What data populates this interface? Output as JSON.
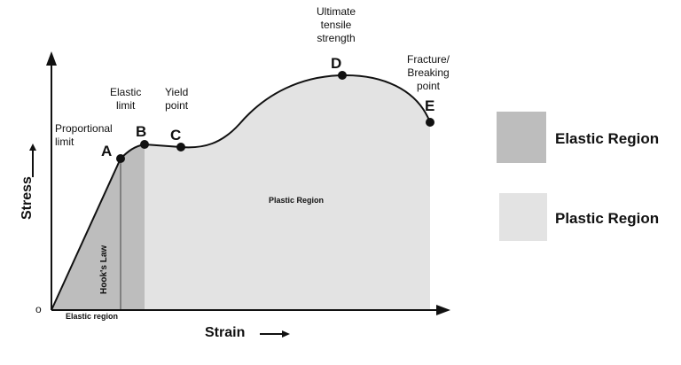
{
  "axes": {
    "x_title": "Strain",
    "y_title": "Stress",
    "origin": "o"
  },
  "points": {
    "A": "A",
    "B": "B",
    "C": "C",
    "D": "D",
    "E": "E"
  },
  "annotations": {
    "proportional_limit": [
      "Proportional",
      "limit"
    ],
    "elastic_limit": [
      "Elastic",
      "limit"
    ],
    "yield_point": [
      "Yield",
      "point"
    ],
    "ultimate_tensile_strength": [
      "Ultimate",
      "tensile",
      "strength"
    ],
    "fracture_point": [
      "Fracture/",
      "Breaking",
      "point"
    ]
  },
  "region_labels": {
    "hooks_law": "Hook's Law",
    "plastic_region": "Plastic Region",
    "elastic_region": "Elastic region"
  },
  "legend": [
    {
      "label": "Elastic Region",
      "color": "#bdbdbd"
    },
    {
      "label": "Plastic Region",
      "color": "#e3e3e3"
    }
  ],
  "colors": {
    "elastic_fill": "#bdbdbd",
    "plastic_fill": "#e3e3e3",
    "curve": "#111111"
  }
}
